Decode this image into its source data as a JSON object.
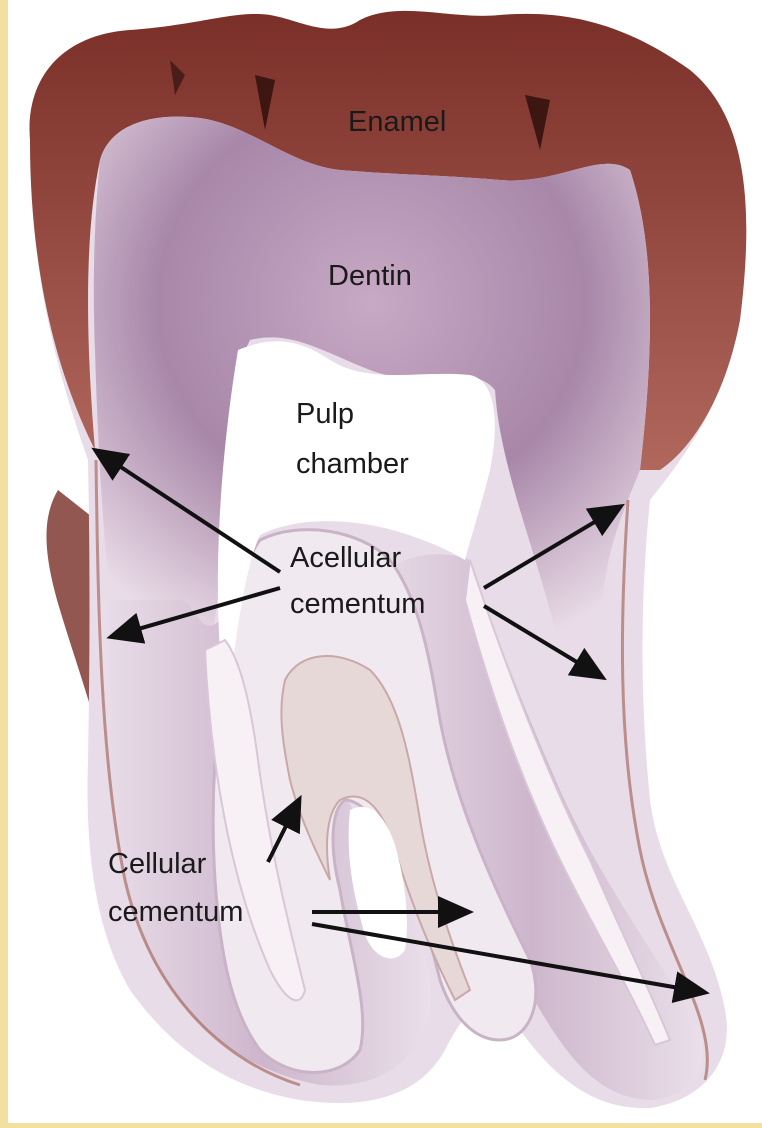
{
  "labels": {
    "enamel": "Enamel",
    "dentin": "Dentin",
    "pulp_line1": "Pulp",
    "pulp_line2": "chamber",
    "acellular_line1": "Acellular",
    "acellular_line2": "cementum",
    "cellular_line1": "Cellular",
    "cellular_line2": "cementum"
  },
  "colors": {
    "border": "#f3dfa0",
    "background": "#ffffff",
    "enamel": "#8a3d33",
    "dentin": "#a587a6",
    "dentin_light": "#e6d6e4",
    "pulp": "#ffffff",
    "cementum": "#9c5a4e",
    "arrow": "#111111"
  }
}
